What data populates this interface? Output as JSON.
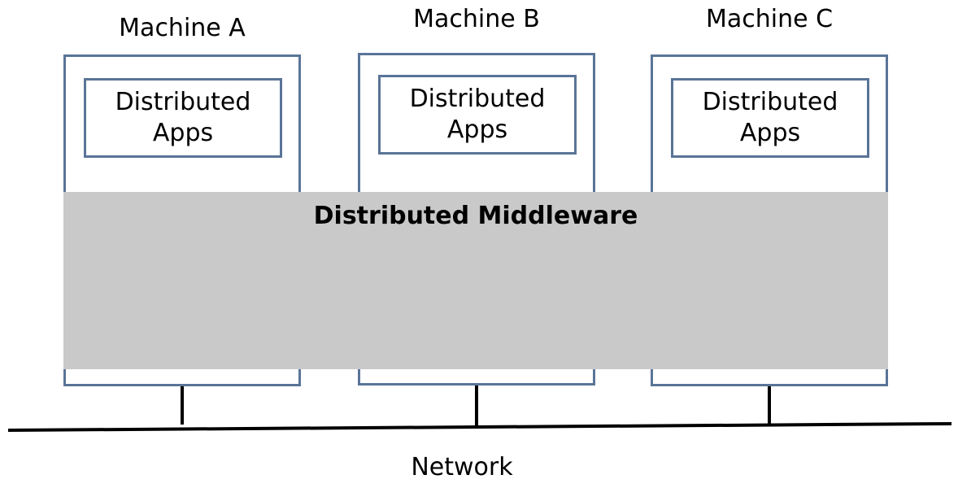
{
  "machines": [
    {
      "label": "Machine A",
      "app_line1": "Distributed",
      "app_line2": "Apps"
    },
    {
      "label": "Machine B",
      "app_line1": "Distributed",
      "app_line2": "Apps"
    },
    {
      "label": "Machine C",
      "app_line1": "Distributed",
      "app_line2": "Apps"
    }
  ],
  "middleware": {
    "label": "Distributed Middleware"
  },
  "network": {
    "label": "Network"
  },
  "colors": {
    "box_border": "#5a7497",
    "middleware_fill": "#c9c9c9",
    "line": "#000000"
  }
}
